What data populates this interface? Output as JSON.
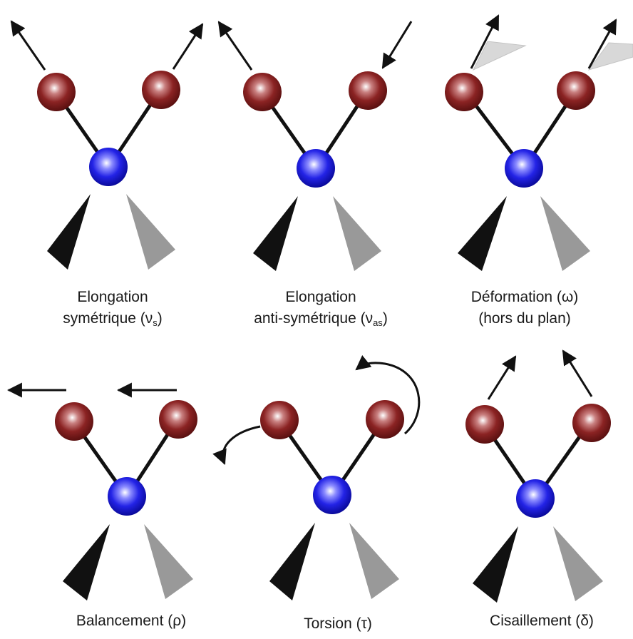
{
  "panels": [
    {
      "id": "sym",
      "line1": "Elongation",
      "line2": {
        "pre": "symétrique (ν",
        "sub": "s",
        "post": ")"
      }
    },
    {
      "id": "asym",
      "line1": "Elongation",
      "line2": {
        "pre": "anti-symétrique (ν",
        "sub": "as",
        "post": ")"
      }
    },
    {
      "id": "wag",
      "line1": "Déformation (ω)",
      "line2": {
        "pre": "(hors du plan)",
        "sub": "",
        "post": ""
      }
    },
    {
      "id": "rock",
      "line1": "Balancement (ρ)",
      "line2": null
    },
    {
      "id": "twist",
      "line1": "Torsion (τ)",
      "line2": null
    },
    {
      "id": "scis",
      "line1": "Cisaillement (δ)",
      "line2": null
    }
  ],
  "colors": {
    "terminal_atom": "#8b2323",
    "central_atom": "#2020e0",
    "bond": "#111111",
    "arrow": "#111111",
    "wedge_front": "#111111",
    "wedge_back": "#999999",
    "ghost_wedge": "#d8d8d8"
  }
}
